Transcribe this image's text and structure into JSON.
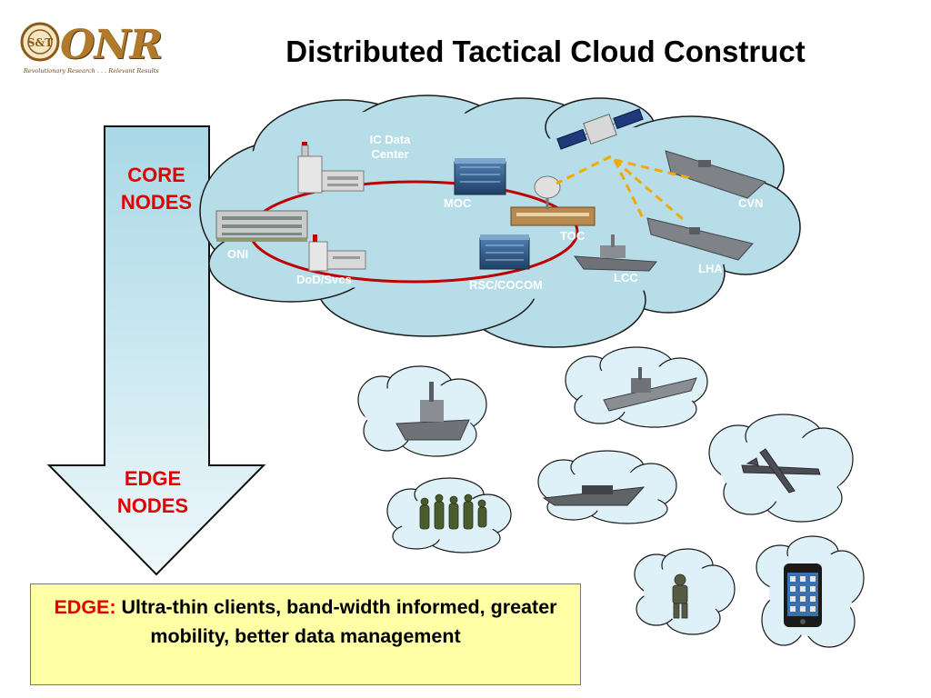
{
  "logo": {
    "letters": "ONR",
    "tagline": "Revolutionary Research . . . Relevant Results"
  },
  "title": "Distributed Tactical Cloud Construct",
  "arrow": {
    "core_label": "CORE NODES",
    "edge_label": "EDGE NODES"
  },
  "nodes": {
    "ic_data_center": "IC Data Center",
    "moc": "MOC",
    "oni": "ONI",
    "dod_svcs": "DoD/Svcs",
    "rsc_cocom": "RSC/COCOM",
    "toc": "TOC",
    "lcc": "LCC",
    "cvn": "CVN",
    "lha": "LHA"
  },
  "edge_box": {
    "edge_word": "EDGE:",
    "description": " Ultra-thin clients, band-width informed, greater mobility, better data management"
  },
  "colors": {
    "cloud_fill": "#b7dde9",
    "cloud_stroke": "#1a1a1a",
    "ring": "#c00000",
    "arrow_fill": "#cfe9f1",
    "link_dash": "#f2a900",
    "label_red": "#e00000",
    "box_fill": "#ffffa6"
  }
}
